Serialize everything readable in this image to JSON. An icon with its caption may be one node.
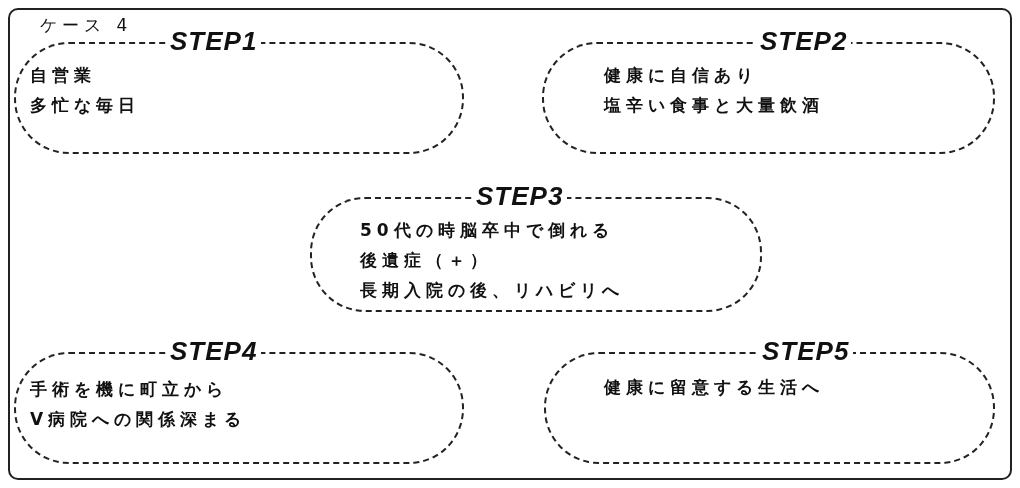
{
  "diagram": {
    "nodes": [
      {
        "text": [
          "ケース 4"
        ]
      },
      {
        "text": [
          "STEP1",
          "自営業",
          "多忙な毎日"
        ],
        "in": 0
      },
      {
        "text": [
          "STEP2",
          "健康に自信あり",
          "塩辛い食事と大量飲酒"
        ],
        "in": 0
      },
      {
        "text": [
          "STEP3",
          "50代の時脳卒中で倒れる",
          "後遺症（＋）",
          "長期入院の後、リハビリへ"
        ],
        "in": 0
      },
      {
        "text": [
          "STEP4",
          "手術を機に町立から",
          "V病院への関係深まる"
        ],
        "in": 0
      },
      {
        "text": [
          "STEP5",
          "健康に留意する生活へ"
        ],
        "in": 0
      }
    ]
  }
}
